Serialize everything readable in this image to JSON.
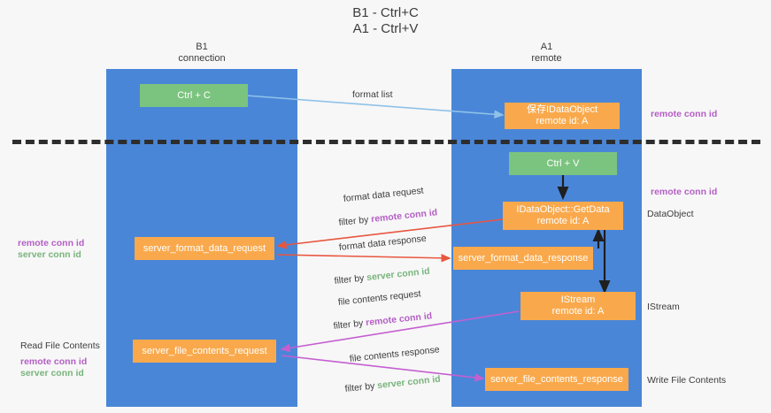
{
  "title": "B1 - Ctrl+C\nA1 - Ctrl+V",
  "columns": [
    {
      "name": "b1",
      "label": "B1\nconnection"
    },
    {
      "name": "a1",
      "label": "A1\nremote"
    }
  ],
  "colors": {
    "lane": "#4a86d8",
    "green_node": "#7bc47f",
    "orange_node": "#f9a94c",
    "purple_text": "#b45fc4",
    "green_text": "#79b47c",
    "divider": "#2d2d2d",
    "arrow_blue": "#8fc2e8",
    "arrow_red": "#e8563f",
    "arrow_purple": "#c45fd0",
    "arrow_black": "#1f1f1f"
  },
  "nodes": [
    {
      "name": "ctrl-c-node",
      "label": "Ctrl + C",
      "color": "green"
    },
    {
      "name": "save-idataobject-node",
      "label": "保存IDataObject\nremote id: A",
      "color": "orange"
    },
    {
      "name": "ctrl-v-node",
      "label": "Ctrl + V",
      "color": "green"
    },
    {
      "name": "idataobject-getdata-node",
      "label": "IDataObject::GetData\nremote id: A",
      "color": "orange"
    },
    {
      "name": "server-format-data-request-node",
      "label": "server_format_data_request",
      "color": "orange"
    },
    {
      "name": "server-format-data-response-node",
      "label": "server_format_data_response",
      "color": "orange"
    },
    {
      "name": "istream-node",
      "label": "IStream\nremote id: A",
      "color": "orange"
    },
    {
      "name": "server-file-contents-request-node",
      "label": "server_file_contents_request",
      "color": "orange"
    },
    {
      "name": "server-file-contents-response-node",
      "label": "server_file_contents_response",
      "color": "orange"
    }
  ],
  "labels": {
    "format_list": "format list",
    "format_data_request": "format data request",
    "filter_by_1": "filter by ",
    "remote_conn_id": "remote conn id",
    "format_data_response": "format data response",
    "filter_by_2": "filter by ",
    "server_conn_id": "server conn id",
    "file_contents_request": "file contents request",
    "filter_by_3": "filter by ",
    "file_contents_response": "file contents response",
    "filter_by_4": "filter by ",
    "right_remote_conn_id_top": "remote conn id",
    "right_remote_conn_id_mid": "remote conn id",
    "right_dataobject": "DataObject",
    "right_istream": "IStream",
    "right_write_file_contents": "Write File Contents",
    "left_remote_conn_id_1": "remote conn id",
    "left_server_conn_id_1": "server conn id",
    "left_read_file_contents": "Read File Contents",
    "left_remote_conn_id_2": "remote conn id",
    "left_server_conn_id_2": "server conn id"
  }
}
